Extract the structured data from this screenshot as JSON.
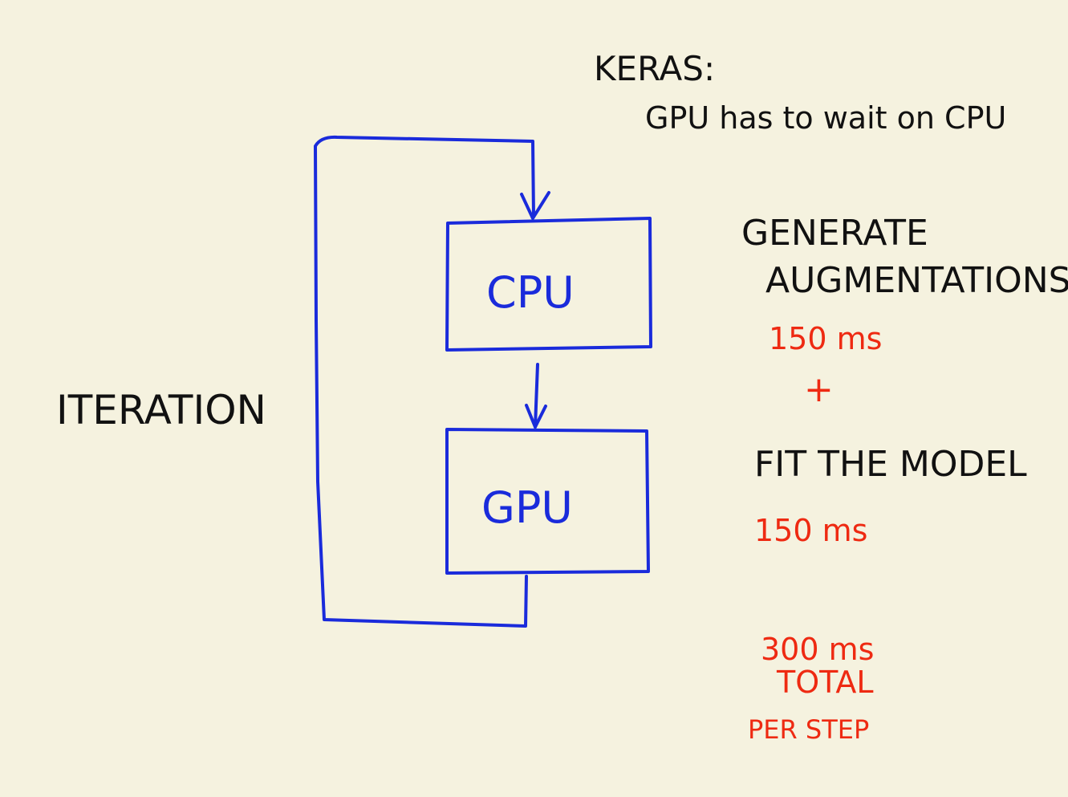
{
  "header": {
    "title": "KERAS:",
    "subtitle": "GPU has to wait on CPU"
  },
  "diagram": {
    "loop_label": "ITERATION",
    "boxes": [
      {
        "id": "cpu",
        "label": "CPU"
      },
      {
        "id": "gpu",
        "label": "GPU"
      }
    ]
  },
  "steps": {
    "step1_line1": "GENERATE",
    "step1_line2": "AUGMENTATIONS",
    "step1_time": "150 ms",
    "plus": "+",
    "step2": "FIT THE MODEL",
    "step2_time": "150 ms"
  },
  "total": {
    "amount": "300 ms",
    "label": "TOTAL",
    "per": "PER STEP"
  },
  "colors": {
    "background": "#f5f2df",
    "diagram": "#1a2bdb",
    "notes": "#111111",
    "timings": "#ee2a12"
  }
}
